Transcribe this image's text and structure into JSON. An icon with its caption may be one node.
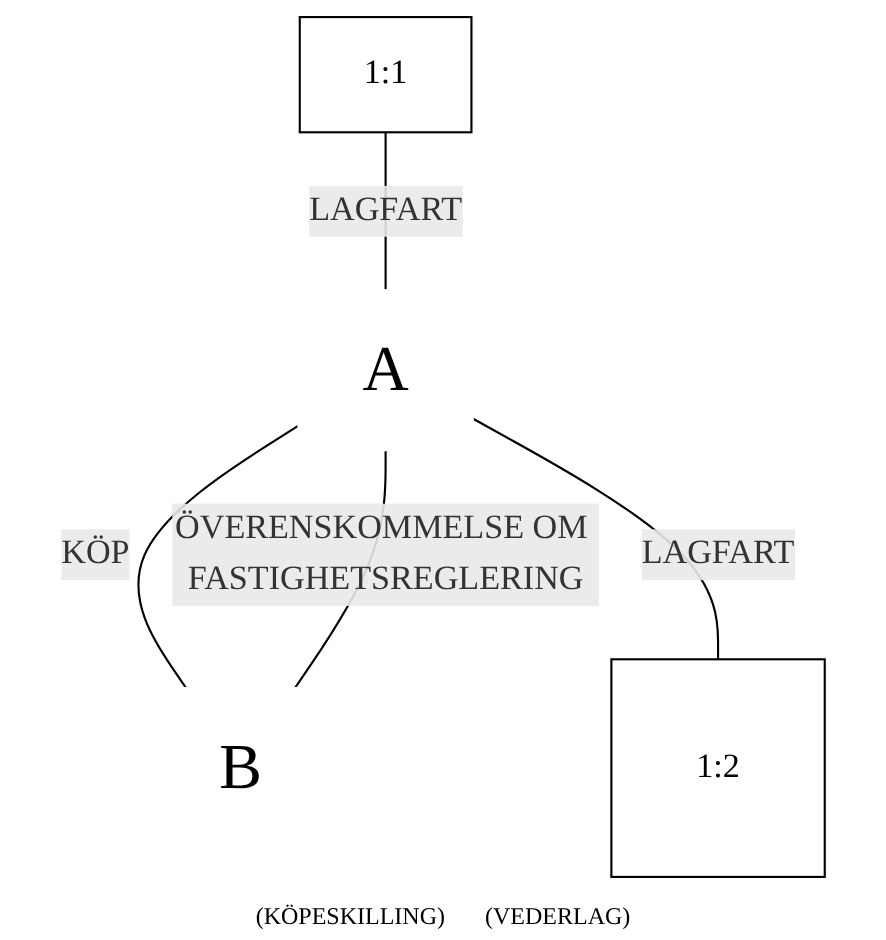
{
  "diagram": {
    "nodes": [
      {
        "text": [
          "1:1"
        ]
      },
      {
        "text": [
          "A"
        ]
      },
      {
        "text": [
          "B"
        ]
      },
      {
        "text": [
          "1:2"
        ]
      }
    ],
    "edges": [
      {
        "from": 0,
        "to": 1,
        "arrow": "none",
        "label": "LAGFART"
      },
      {
        "from": 1,
        "to": 2,
        "arrow": "none",
        "label": "KÖP"
      },
      {
        "from": 1,
        "to": 2,
        "arrow": "none",
        "label": "ÖVERENSKOMMELSE OM FASTIGHETSREGLERING"
      },
      {
        "from": 1,
        "to": 3,
        "arrow": "none",
        "label": "LAGFART"
      }
    ],
    "labels": [
      "(KÖPESKILLING)",
      "(VEDERLAG)"
    ]
  }
}
